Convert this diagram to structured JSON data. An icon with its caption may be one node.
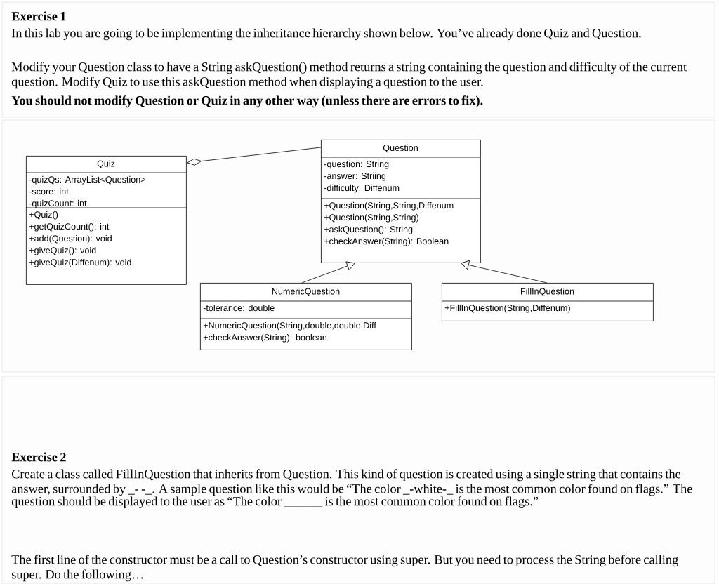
{
  "diagram": {
    "nodes": [
      {
        "text": [
          "Quiz",
          "-quizQs: ArrayList<Question>",
          "-score: int",
          "-quizCount: int",
          "+Quiz()",
          "+getQuizCount(): int",
          "+add(Question): void",
          "+giveQuiz(): void",
          "+giveQuiz(Diffenum): void"
        ]
      },
      {
        "text": [
          "Question",
          "-question: String",
          "-answer: Striing",
          "-difficulty: Diffenum",
          "+Question(String,String,Diffenum",
          "+Question(String,String)",
          "+askQuestion(): String",
          "+checkAnswer(String): Boolean"
        ]
      },
      {
        "text": [
          "NumericQuestion",
          "-tolerance: double",
          "+NumericQuestion(String,double,double,Diff",
          "+checkAnswer(String): boolean"
        ]
      },
      {
        "text": [
          "FillInQuestion",
          "+FillInQuestion(String,Diffenum)"
        ]
      }
    ],
    "edges": [
      {
        "from": 0,
        "to": 1,
        "arrow": "other"
      },
      {
        "from": 2,
        "to": 1,
        "arrow": "to"
      },
      {
        "from": 3,
        "to": 1,
        "arrow": "to"
      }
    ],
    "labels": [
      "Exercise 1",
      "In this lab you are going to be implementing the inheritance hierarchy shown below. You’ve already done Quiz and Question.",
      "Modify your Question class to have a String askQuestion() method returns a string containing the question and difficulty of the current question. Modify Quiz to use this askQuestion method when displaying a question to the user.",
      "You should not modify Question or Quiz in any other way (unless there are errors to fix).",
      "Exercise 2",
      "Create a class called FillInQuestion that inherits from Question. This kind of question is created using a single string that contains the answer, surrounded by _- -_. A sample question like this would be “The color _-white-_ is the most common color found on flags.” The question should be displayed to the user as “The color ______ is the most common color found on flags.”",
      "The first line of the constructor must be a call to Question’s constructor using super. But you need to process the String before calling super. Do the following…"
    ]
  }
}
